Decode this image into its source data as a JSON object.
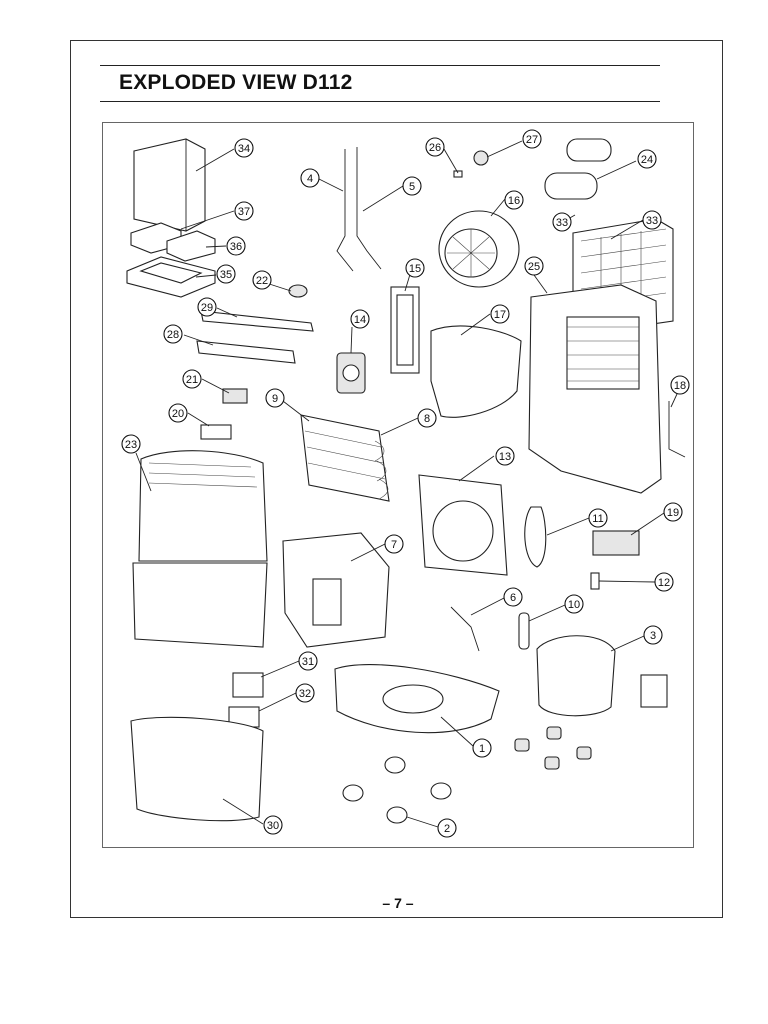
{
  "header": {
    "title": "EXPLODED VIEW D112"
  },
  "footer": {
    "page_number": "– 7 –"
  },
  "diagram": {
    "callouts": [
      "1",
      "2",
      "3",
      "4",
      "5",
      "6",
      "7",
      "8",
      "9",
      "10",
      "11",
      "12",
      "13",
      "14",
      "15",
      "16",
      "17",
      "18",
      "19",
      "20",
      "21",
      "22",
      "23",
      "24",
      "25",
      "26",
      "27",
      "28",
      "29",
      "30",
      "31",
      "32",
      "33",
      "33",
      "34",
      "35",
      "36",
      "37"
    ]
  }
}
